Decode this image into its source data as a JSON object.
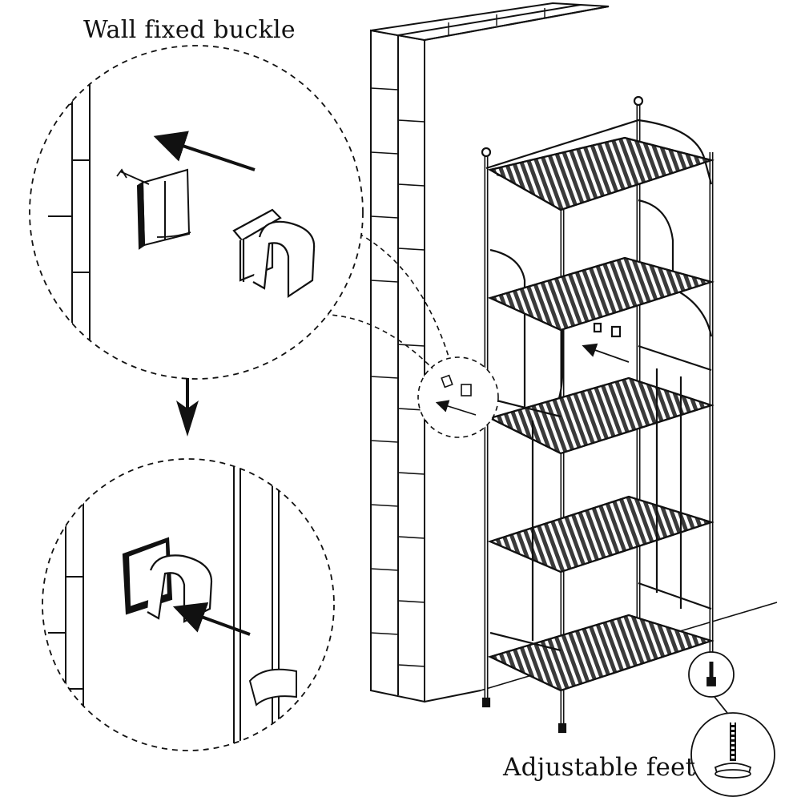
{
  "labels": {
    "wall_fixed_buckle": "Wall fixed buckle",
    "adjustable_feet": "Adjustable feet"
  },
  "colors": {
    "ink": "#111111",
    "shelf_fill": "#3a3a3a",
    "background": "#ffffff"
  },
  "illustration": {
    "shelf_tiers": 5,
    "callouts": [
      "wall-fixed-buckle-detail",
      "buckle-attached-detail",
      "adjustable-foot-detail"
    ],
    "icons": [
      "arrow-icon",
      "down-arrow-icon",
      "buckle-clip-icon",
      "adhesive-pad-icon",
      "screw-foot-icon"
    ]
  }
}
